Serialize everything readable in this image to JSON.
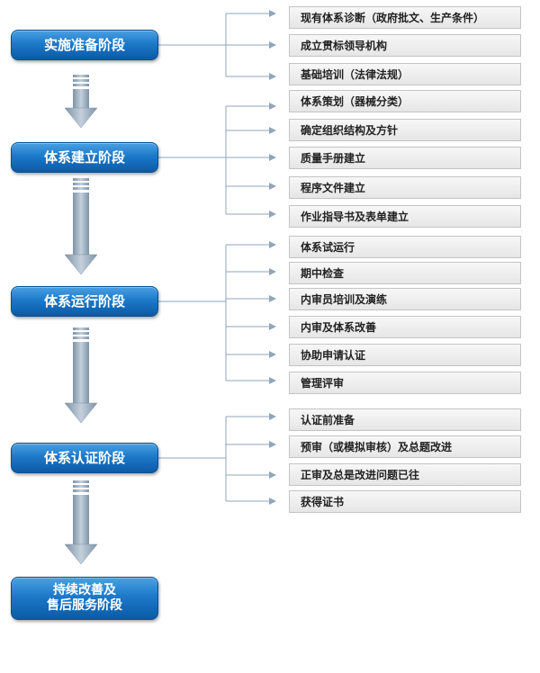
{
  "stages": [
    {
      "label": "实施准备阶段",
      "steps": [
        "现有体系诊断（政府批文、生产条件）",
        "成立贯标领导机构",
        "基础培训（法律法规）"
      ]
    },
    {
      "label": "体系建立阶段",
      "steps": [
        "体系策划（器械分类）",
        "确定组织结构及方针",
        "质量手册建立",
        "程序文件建立",
        "作业指导书及表单建立"
      ]
    },
    {
      "label": "体系运行阶段",
      "steps": [
        "体系试运行",
        "期中检查",
        "内审员培训及演练",
        "内审及体系改善",
        "协助申请认证",
        "管理评审"
      ]
    },
    {
      "label": "体系认证阶段",
      "steps": [
        "认证前准备",
        "预审（或模拟审核）及总题改进",
        "正审及总是改进问题已往",
        "获得证书"
      ]
    }
  ],
  "final_stage": {
    "line1": "持续改善及",
    "line2": "售后服务阶段"
  }
}
